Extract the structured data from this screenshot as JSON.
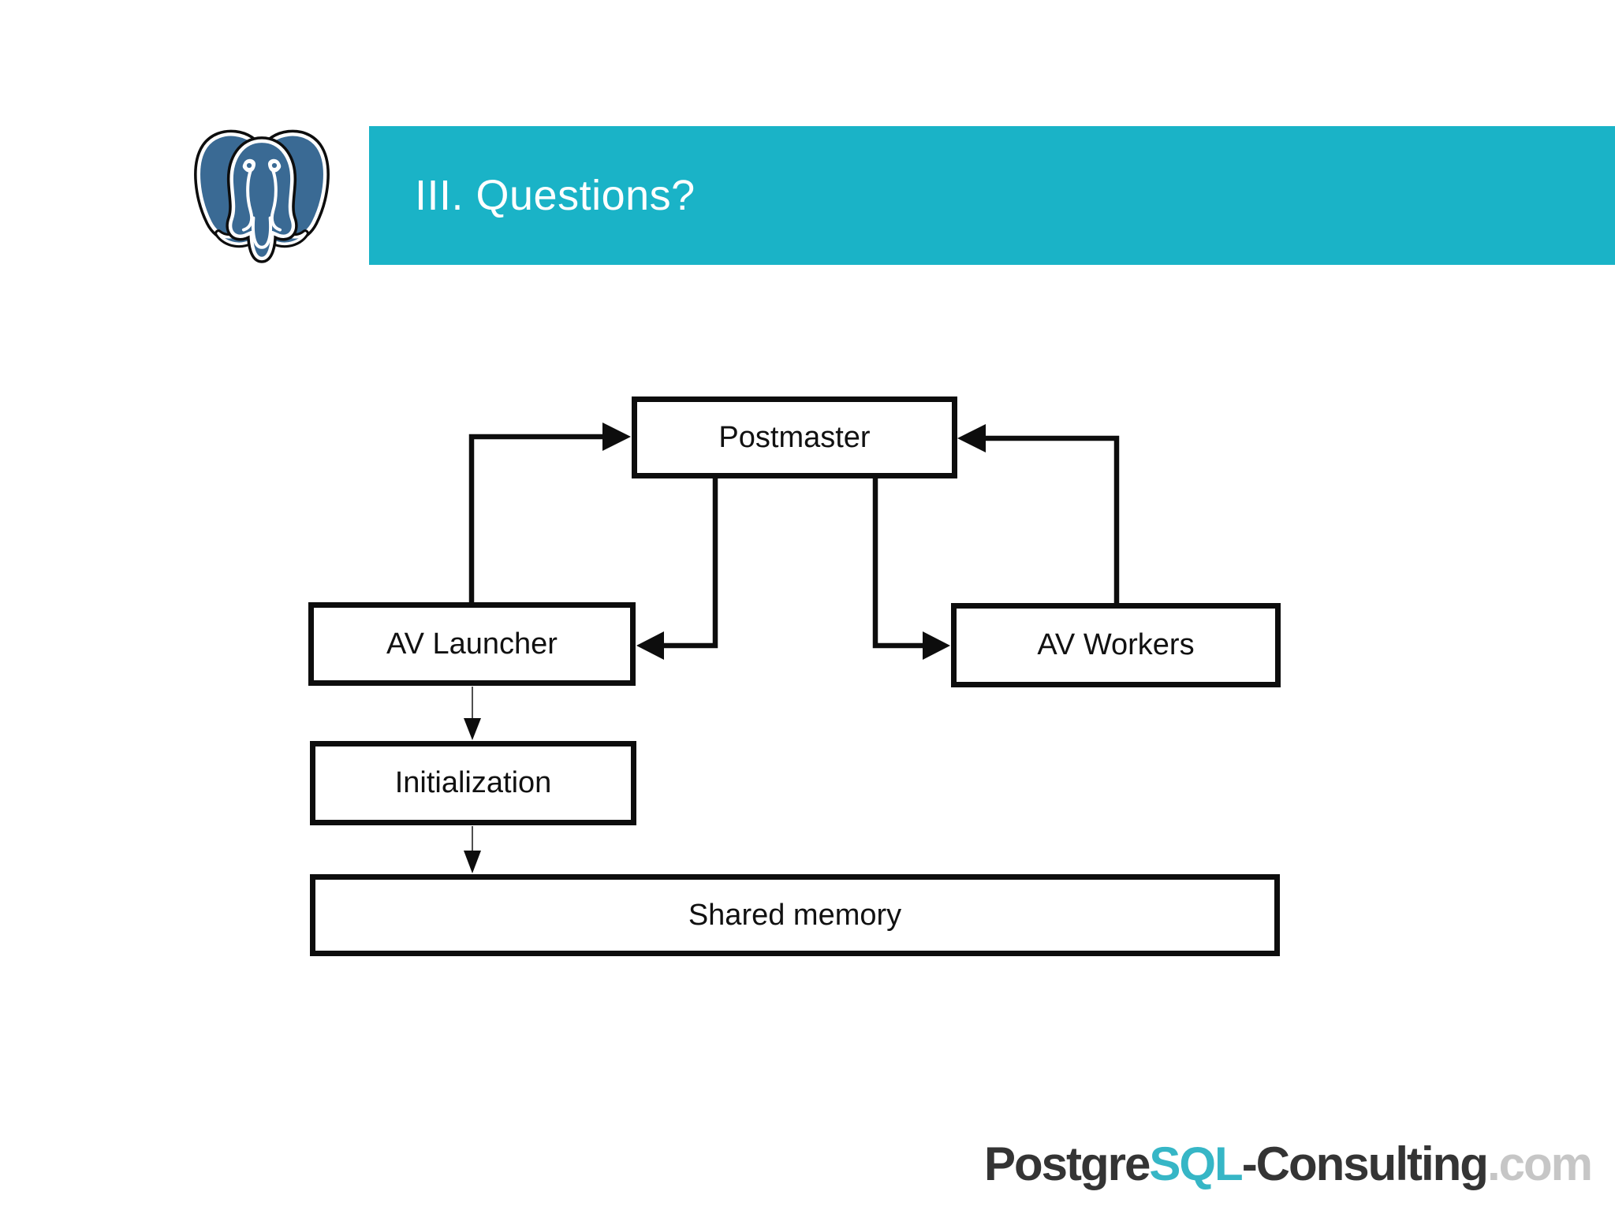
{
  "slide": {
    "header": {
      "title": "III. Questions?",
      "background_color": "#1AB3C7",
      "text_color": "#FFFFFF"
    },
    "logo": {
      "name": "postgresql-elephant-logo",
      "body_color": "#3A6A94",
      "outline_color": "#0D0D0D",
      "detail_color": "#FFFFFF"
    },
    "diagram": {
      "nodes": [
        {
          "id": "postmaster",
          "label": "Postmaster"
        },
        {
          "id": "av-launcher",
          "label": "AV Launcher"
        },
        {
          "id": "av-workers",
          "label": "AV Workers"
        },
        {
          "id": "initialization",
          "label": "Initialization"
        },
        {
          "id": "shared-memory",
          "label": "Shared memory"
        }
      ],
      "edges": [
        {
          "from": "av-launcher",
          "to": "postmaster",
          "style": "thick",
          "route": "up-then-right into Postmaster left side"
        },
        {
          "from": "postmaster",
          "to": "av-launcher",
          "style": "thick",
          "route": "down-then-left into AV Launcher right side"
        },
        {
          "from": "postmaster",
          "to": "av-workers",
          "style": "thick",
          "route": "down-then-right into AV Workers left side"
        },
        {
          "from": "av-workers",
          "to": "postmaster",
          "style": "thick",
          "route": "up-then-left into Postmaster right side"
        },
        {
          "from": "av-launcher",
          "to": "initialization",
          "style": "thin",
          "route": "straight down"
        },
        {
          "from": "initialization",
          "to": "shared-memory",
          "style": "thin",
          "route": "straight down"
        }
      ],
      "line_color": "#0D0D0D"
    },
    "footer": {
      "brand": {
        "part1": "Postgre",
        "part2": "SQL",
        "part3": "-Consulting",
        "part4": ".com",
        "part1_color": "#343434",
        "part2_color": "#36B6C6",
        "part3_color": "#343434",
        "part4_color": "#C6C6C6"
      }
    }
  }
}
